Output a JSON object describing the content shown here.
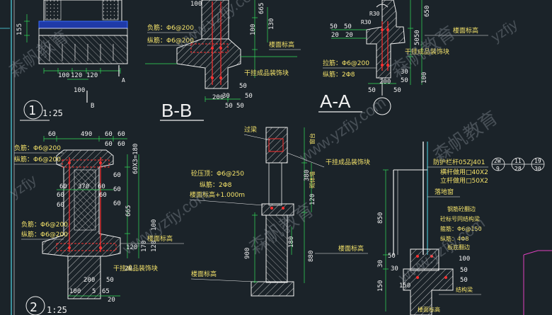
{
  "colors": {
    "background": "#1b2329",
    "dimension": "#33e05a",
    "text": "#f2f2f2",
    "outline": "#f0f0f0",
    "hatch": "#d8d8d8",
    "rebar": "#ff3030",
    "label_yellow": "#f5e36a",
    "accent_cyan": "#4fd7e6",
    "accent_blue": "#3a6cff",
    "magenta": "#e040c0",
    "watermark": "#9aa3ad"
  },
  "watermark": {
    "text": "www.yzfjy.com",
    "brand": "森帆教育",
    "short": "yzfjy"
  },
  "detail_1": {
    "circle_number": "1",
    "scale": "1:25",
    "dims": [
      "155",
      "100",
      "120",
      "120",
      "100"
    ],
    "section_mark_b": "B",
    "section_mark_a": "A"
  },
  "detail_bb": {
    "title": "B-B",
    "labels": {
      "top_bar": "负筋：Φ6@200",
      "long_bar": "纵筋：Φ6@200",
      "floor_level": "楼面标高",
      "hanging_block": "干挂成品装饰块"
    },
    "dims": [
      "100",
      "665",
      "130",
      "100",
      "50",
      "50",
      "30",
      "50",
      "200",
      "50"
    ]
  },
  "detail_aa": {
    "title": "A-A",
    "labels": {
      "tie_bar": "拉筋：Φ6@200",
      "long_bar": "纵筋：2Φ8",
      "floor_level": "楼面标高",
      "hanging_block": "干挂成品装饰块"
    },
    "dims": [
      "R30",
      "R30",
      "50",
      "50",
      "20",
      "20",
      "50",
      "200",
      "50",
      "30",
      "50",
      "5050",
      "650",
      "100"
    ]
  },
  "detail_2": {
    "circle_number": "2",
    "scale": "1:25",
    "labels": {
      "top_bar": "负筋：Φ6@200",
      "long_bar": "纵筋：Φ6@200",
      "bottom_top_bar": "负筋：Φ6@200",
      "bottom_long_bar": "纵筋：Φ6@200",
      "floor_level": "楼面标高",
      "hanging_block": "干挂成品装饰块"
    },
    "dims_top": [
      "60",
      "490",
      "60",
      "60",
      "60",
      "60"
    ],
    "dims_mid": [
      "60",
      "370",
      "60",
      "60",
      "60",
      "60",
      "60",
      "665",
      "60",
      "170",
      "60",
      "120",
      "100"
    ],
    "dims_bottom": [
      "100",
      "5",
      "65",
      "20",
      "120",
      "20",
      "50",
      "200"
    ],
    "side_dim": "60X3=180"
  },
  "detail_middle": {
    "labels": {
      "lintel": "过梁",
      "hanging_block": "干挂成品装饰块",
      "tie_bar": "砼压顶：Φ6@250",
      "long_bar": "纵筋：2Φ8",
      "floor_level_plus": "楼面标高+1.000m",
      "floor_level": "楼面标高",
      "window_sill": "窗台",
      "wall": "砌体墙"
    },
    "dims": [
      "180",
      "900",
      "880",
      "120",
      "380"
    ]
  },
  "detail_right": {
    "labels": {
      "rail": "防护栏杆05ZJ401",
      "rail_a": "横杆做用□40X2",
      "rail_b": "立杆做用□50X2",
      "floor_window": "落地窗",
      "steel_sill": "钢筋砼翻边",
      "sill_tie": "砼标号同结构梁",
      "sill_bar": "箍筋：Φ6@150",
      "sill_long": "纵筋：4Φ8",
      "slab": "板底翻边",
      "beam": "结构梁",
      "floor_level": "楼面标高"
    },
    "dims": [
      "850",
      "150",
      "30",
      "30",
      "50",
      "50",
      "100",
      "50",
      "150"
    ],
    "ref_table": [
      [
        "2W",
        "11",
        "19"
      ],
      [
        "9",
        "28",
        "30"
      ]
    ]
  }
}
